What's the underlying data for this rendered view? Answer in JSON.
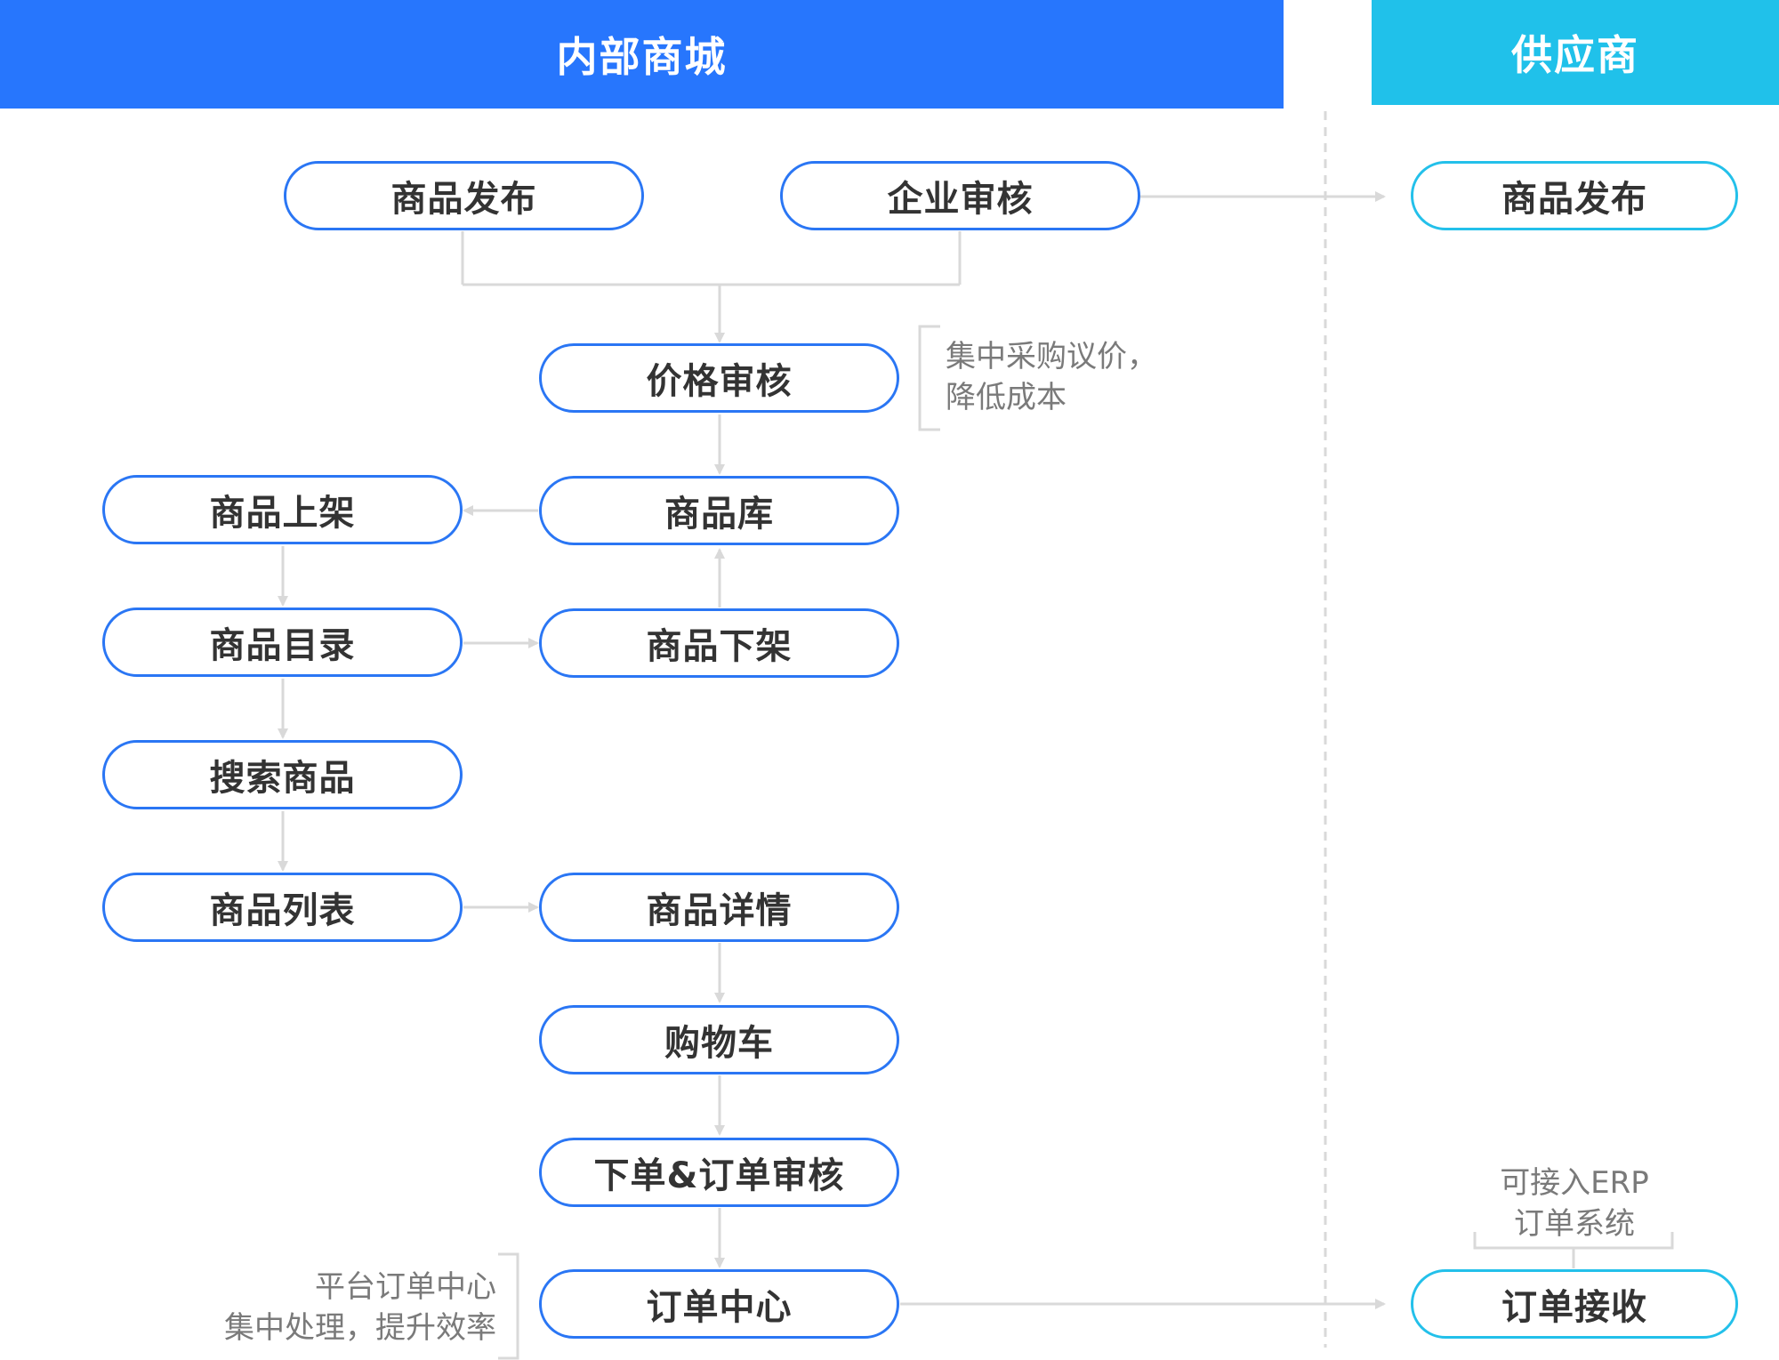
{
  "columns": {
    "internal": "内部商城",
    "supplier": "供应商"
  },
  "nodes": {
    "publish": "商品发布",
    "enterprise_review": "企业审核",
    "price_review": "价格审核",
    "library": "商品库",
    "shelf_on": "商品上架",
    "catalog": "商品目录",
    "shelf_off": "商品下架",
    "search": "搜索商品",
    "list": "商品列表",
    "detail": "商品详情",
    "cart": "购物车",
    "order_review": "下单&订单审核",
    "order_center": "订单中心",
    "supplier_publish": "商品发布",
    "order_receive": "订单接收"
  },
  "notes": {
    "price": [
      "集中采购议价，",
      "降低成本"
    ],
    "order": [
      "平台订单中心",
      "集中处理，提升效率"
    ],
    "erp": [
      "可接入ERP",
      "订单系统"
    ]
  },
  "colors": {
    "internal": "#2776fd",
    "supplier": "#20c1ea",
    "border_internal": "#2a76f4",
    "border_supplier": "#23c0ea",
    "connector": "#d9d9d9"
  }
}
